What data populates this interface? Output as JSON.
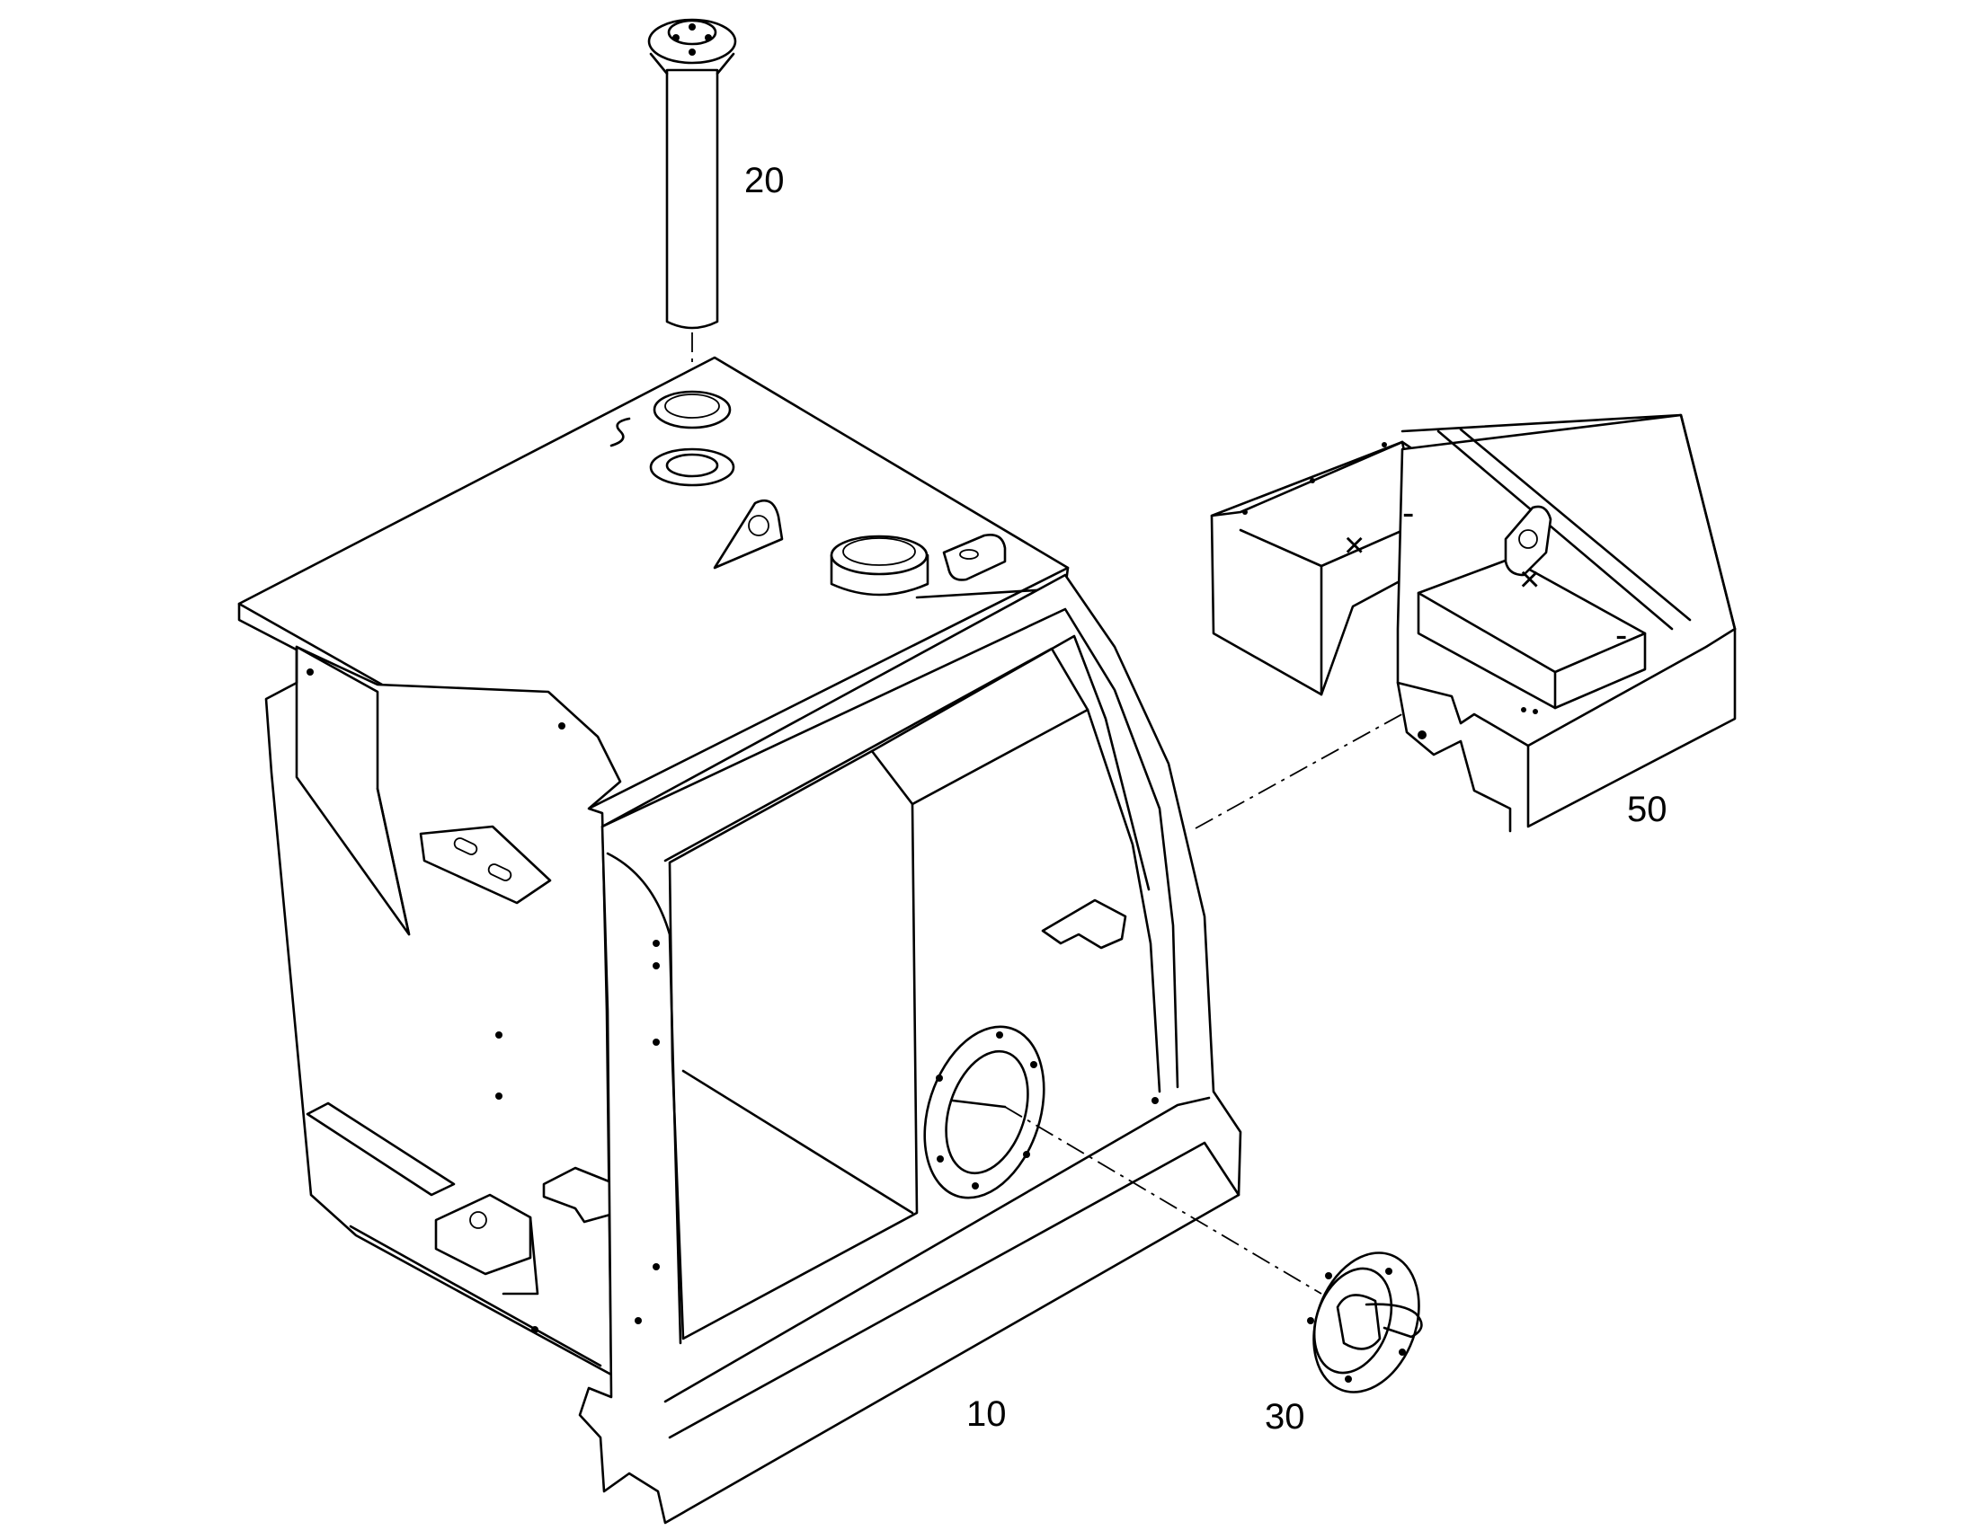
{
  "callouts": {
    "tank": "10",
    "sender_tube": "20",
    "filler_cap": "30",
    "battery_box": "50"
  }
}
